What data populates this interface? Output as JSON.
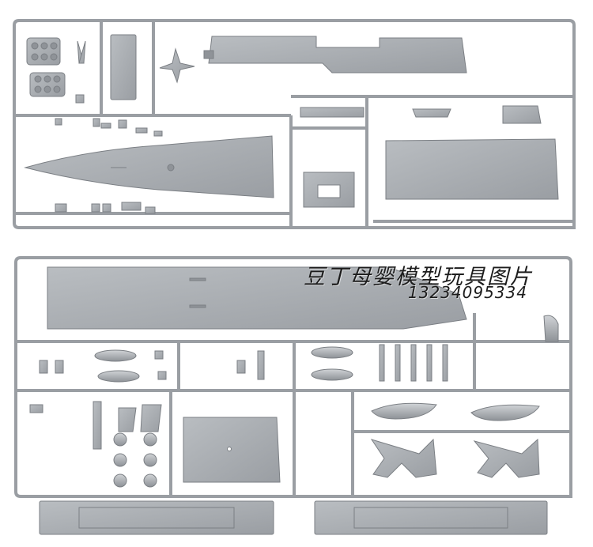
{
  "image": {
    "subject": "plastic-model-kit-sprues",
    "sprue_count": 2,
    "colors": {
      "plastic": "#a3a7ab",
      "plastic_light": "#bfc3c7",
      "plastic_dark": "#7b7f84",
      "background": "#ffffff"
    }
  },
  "watermark": {
    "text": "豆丁母婴模型玩具图片",
    "phone": "13234095334"
  }
}
